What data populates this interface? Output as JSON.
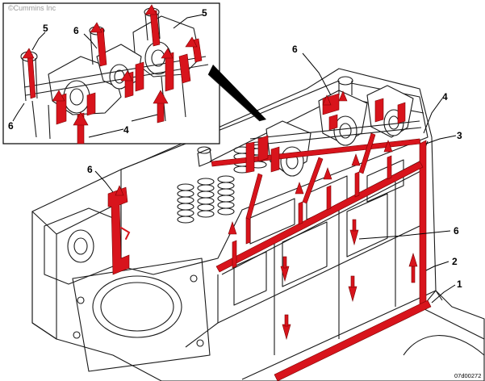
{
  "watermark": "©Cummins Inc",
  "figure_code": "07d00272",
  "callouts": {
    "inset_5_right": "5",
    "inset_5_left": "5",
    "inset_6_top": "6",
    "inset_6_left": "6",
    "inset_4": "4",
    "main_6_top": "6",
    "main_4": "4",
    "main_3": "3",
    "main_6_left": "6",
    "main_6_right": "6",
    "main_2": "2",
    "main_1": "1"
  },
  "colors": {
    "oil_flow": "#d8141c",
    "line_art": "#1a1a1a",
    "background": "#ffffff"
  }
}
